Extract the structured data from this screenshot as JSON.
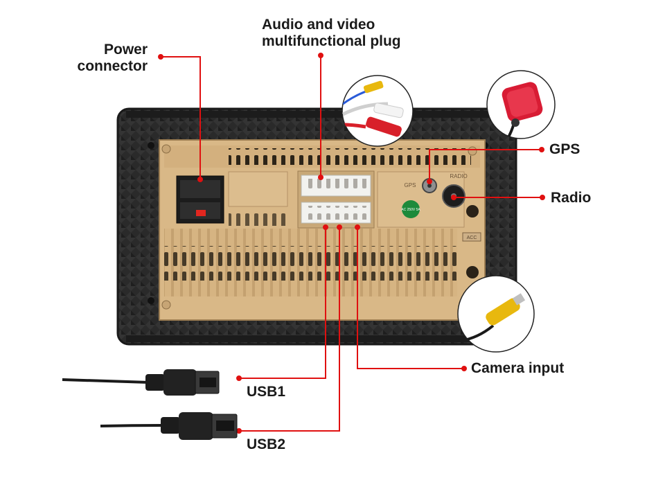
{
  "labels": {
    "power": [
      "Power",
      "connector"
    ],
    "audio_video": [
      "Audio and video",
      "multifunctional plug"
    ],
    "gps": "GPS",
    "radio": "Radio",
    "camera": "Camera input",
    "usb1": "USB1",
    "usb2": "USB2"
  },
  "panel_text": {
    "gps_port": "GPS",
    "radio_port": "RADIO",
    "acc_port": "ACC",
    "fuse": "AC 250V 5A"
  },
  "colors": {
    "leader_line": "#e01010",
    "panel_frame": "#262626",
    "board": "#d9b887",
    "board_dark": "#b8976a",
    "connector_white": "#f2f2ef",
    "rca_red": "#d8202a",
    "rca_yellow": "#e8b80e",
    "rca_white": "#f4f4f4",
    "gps_pad": "#d81c34"
  },
  "icons": [
    "usb-cable-icon",
    "rca-plug-icon",
    "gps-antenna-icon",
    "camera-rca-icon"
  ]
}
